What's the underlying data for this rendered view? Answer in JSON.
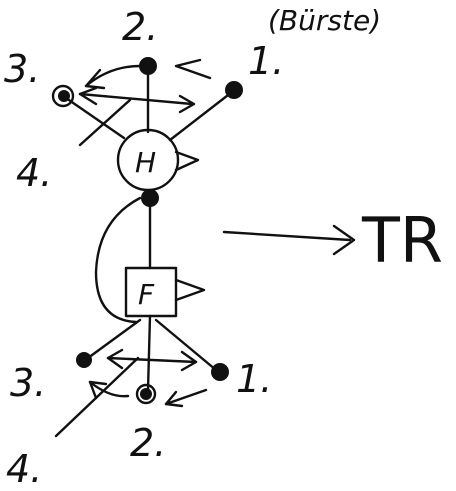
{
  "labels": {
    "top_note": "(Bürste)",
    "arm_top_1": "1.",
    "arm_top_2": "2.",
    "arm_top_3": "3.",
    "arm_top_4": "4.",
    "node_upper": "H",
    "node_lower": "F",
    "arm_bottom_1": "1.",
    "arm_bottom_2": "2.",
    "arm_bottom_3": "3.",
    "arm_bottom_4": "4.",
    "result": "TR"
  },
  "colors": {
    "ink": "#111111",
    "paper": "#ffffff"
  }
}
